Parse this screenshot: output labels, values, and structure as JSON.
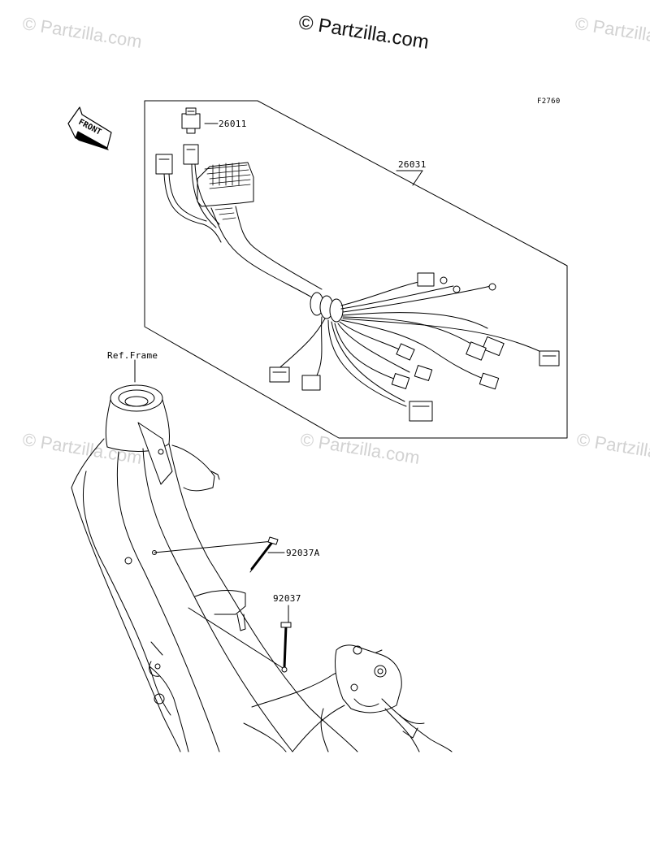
{
  "watermark": {
    "text": "© Partzilla.com"
  },
  "figure_code": "F2760",
  "front_label": "FRONT",
  "callouts": {
    "p26011": "26011",
    "p26031": "26031",
    "ref_frame": "Ref.Frame",
    "p92037A": "92037A",
    "p92037": "92037"
  },
  "colors": {
    "line": "#000000",
    "watermark": "#d2d2d2",
    "background": "#ffffff"
  }
}
